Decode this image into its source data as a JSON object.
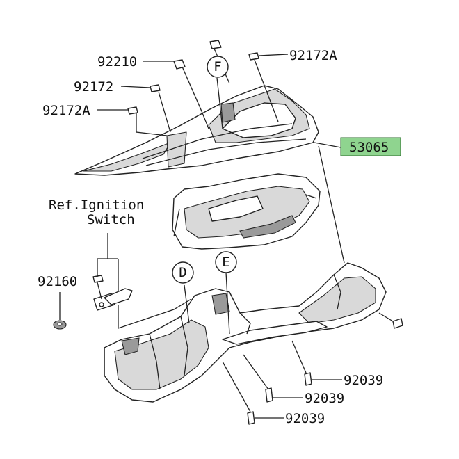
{
  "highlight_color": "#8fd48f",
  "labels": {
    "p92210": "92210",
    "p92172a_top": "92172A",
    "p92172": "92172",
    "p92172a_left": "92172A",
    "p53065": "53065",
    "ref_line1": "Ref.Ignition",
    "ref_line2": "Switch",
    "p92160": "92160",
    "p92039_a": "92039",
    "p92039_b": "92039",
    "p92039_c": "92039"
  },
  "callouts": {
    "f": "F",
    "d": "D",
    "e": "E"
  }
}
